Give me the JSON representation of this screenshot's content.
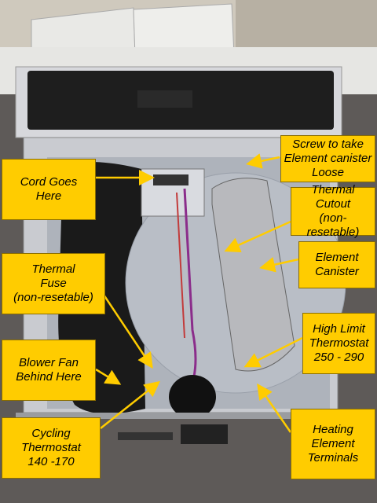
{
  "labels": {
    "cord": "Cord Goes\nHere",
    "screw": "Screw to take\nElement canister\nLoose",
    "thermal_cutout": "Thermal\nCutout\n(non-resetable)",
    "element_canister": "Element\nCanister",
    "thermal_fuse": "Thermal\nFuse\n(non-resetable)",
    "high_limit": "High Limit\nThermostat\n250 - 290",
    "blower_fan": "Blower Fan\nBehind Here",
    "cycling": "Cycling\nThermostat\n140 -170",
    "heating_terminals": "Heating\nElement\nTerminals"
  },
  "colors": {
    "label_fill": "#ffcc00",
    "arrow": "#ffcc00",
    "floor": "#5e5a58",
    "dryer_panel": "#c9cbd0",
    "top_panel": "#1e1e1e"
  },
  "icons": [
    "dryer-photo"
  ]
}
